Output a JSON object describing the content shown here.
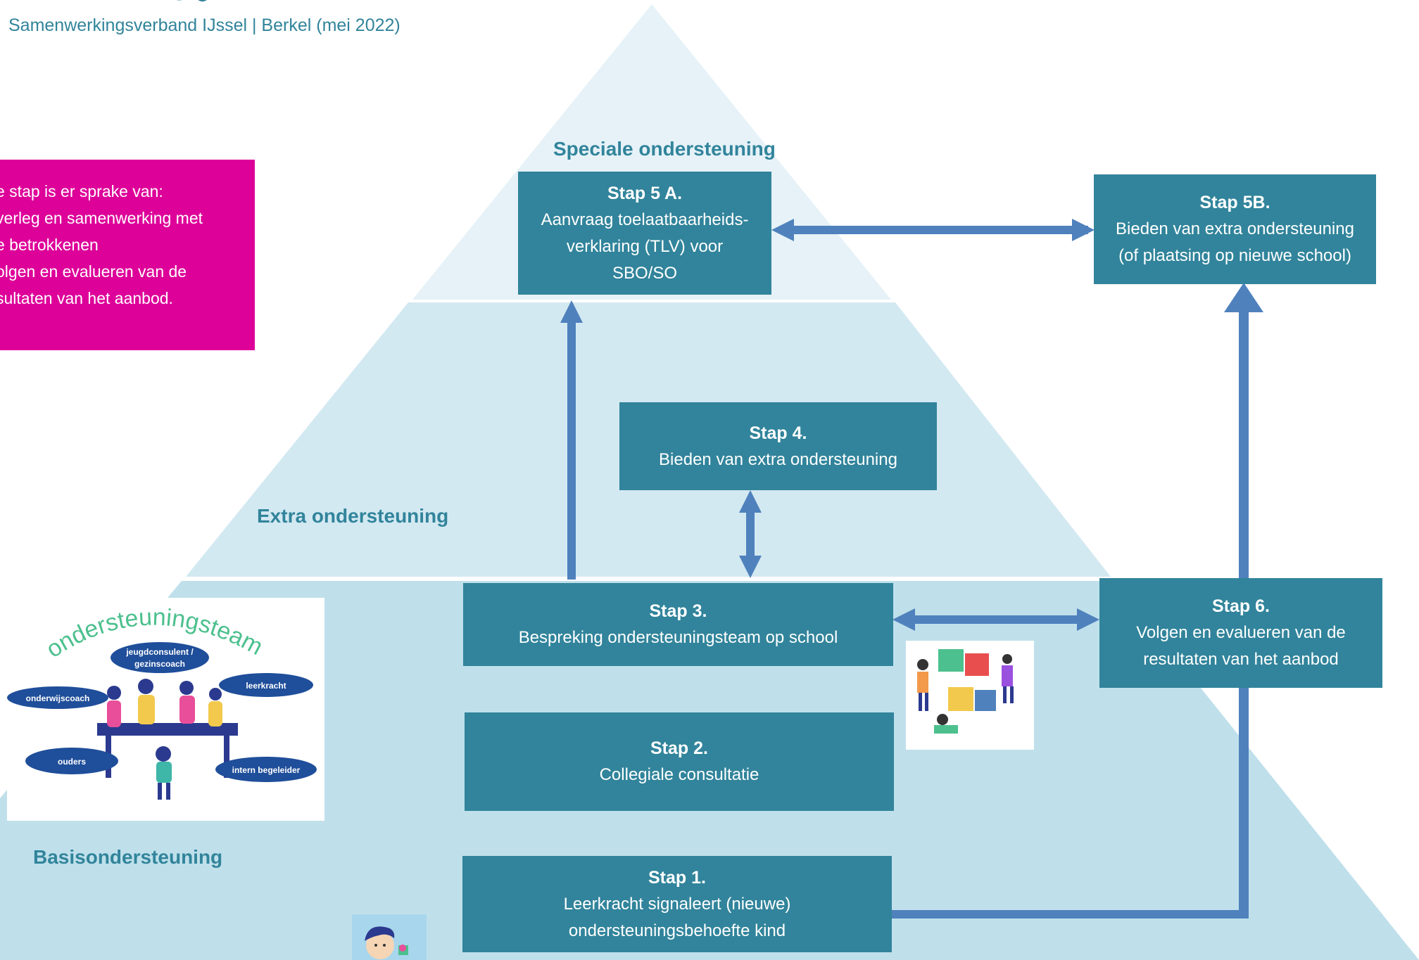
{
  "header": {
    "subtitle": "Samenwerkingsverband IJssel | Berkel (mei 2022)"
  },
  "colors": {
    "teal_box": "#31849B",
    "teal_text": "#31849B",
    "arrow": "#4F81BD",
    "note_bg": "#DD0099",
    "pyramid_top": "#E6F2F8",
    "pyramid_mid": "#D3E9F2",
    "pyramid_base": "#BFE0EB"
  },
  "note": {
    "lines": [
      "e stap is er sprake van:",
      "verleg en samenwerking met",
      "e betrokkenen",
      "olgen en evalueren van de",
      "sultaten van het aanbod."
    ]
  },
  "levels": {
    "speciaal": "Speciale ondersteuning",
    "extra": "Extra ondersteuning",
    "basis": "Basisondersteuning"
  },
  "steps": {
    "s5a": {
      "title": "Stap 5 A.",
      "lines": [
        "Aanvraag toelaatbaarheids-",
        "verklaring (TLV) voor",
        "SBO/SO"
      ]
    },
    "s5b": {
      "title": "Stap 5B.",
      "lines": [
        "Bieden van extra ondersteuning",
        "(of plaatsing op nieuwe school)"
      ]
    },
    "s4": {
      "title": "Stap 4.",
      "lines": [
        "Bieden van extra ondersteuning"
      ]
    },
    "s3": {
      "title": "Stap 3.",
      "lines": [
        "Bespreking ondersteuningsteam op school"
      ]
    },
    "s6": {
      "title": "Stap 6.",
      "lines": [
        "Volgen en evalueren van de",
        "resultaten van het aanbod"
      ]
    },
    "s2": {
      "title": "Stap 2.",
      "lines": [
        "Collegiale consultatie"
      ]
    },
    "s1": {
      "title": "Stap 1.",
      "lines": [
        "Leerkracht signaleert (nieuwe)",
        "ondersteuningsbehoefte kind"
      ]
    }
  },
  "team_illustration": {
    "heading": "ondersteuningsteam",
    "roles": [
      "jeugdconsulent /",
      "gezinscoach",
      "leerkracht",
      "onderwijscoach",
      "ouders",
      "intern begeleider"
    ]
  }
}
